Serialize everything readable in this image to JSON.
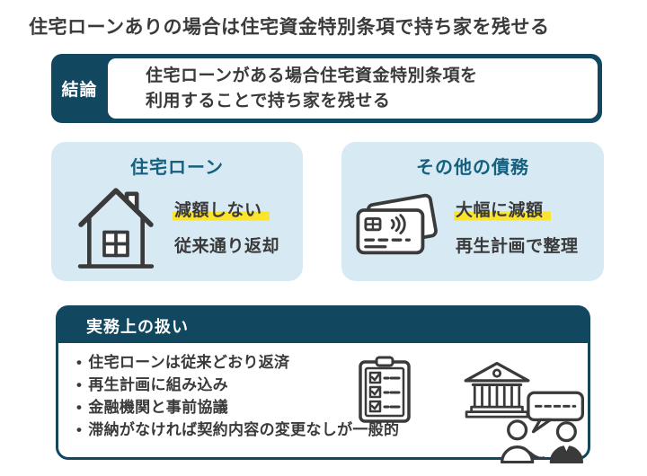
{
  "page": {
    "title": "住宅ローンありの場合は住宅資金特別条項で持ち家を残せる"
  },
  "conclusion": {
    "label": "結論",
    "line1": "住宅ローンがある場合住宅資金特別条項を",
    "line2": "利用することで持ち家を残せる"
  },
  "housing_loan": {
    "title": "住宅ローン",
    "point_highlighted": "減額しない",
    "point_normal": "従来通り返却",
    "icon": "house-icon"
  },
  "other_debts": {
    "title": "その他の債務",
    "point_highlighted": "大幅に減額",
    "point_normal": "再生計画で整理",
    "icon": "credit-cards-icon"
  },
  "practical": {
    "title": "実務上の扱い",
    "bullet": "•",
    "items": [
      "住宅ローンは従来どおり返済",
      "再生計画に組み込み",
      "金融機関と事前協議",
      "滞納がなければ契約内容の変更なしが一般的"
    ],
    "icons": [
      "checklist-icon",
      "bank-icon",
      "discussion-icon"
    ]
  },
  "colors": {
    "navy": "#12485f",
    "card_light_blue": "#d7e9f3",
    "highlight_yellow": "#fbe42e",
    "text_dark": "#3a3a3a",
    "card_title_blue": "#15607f"
  }
}
